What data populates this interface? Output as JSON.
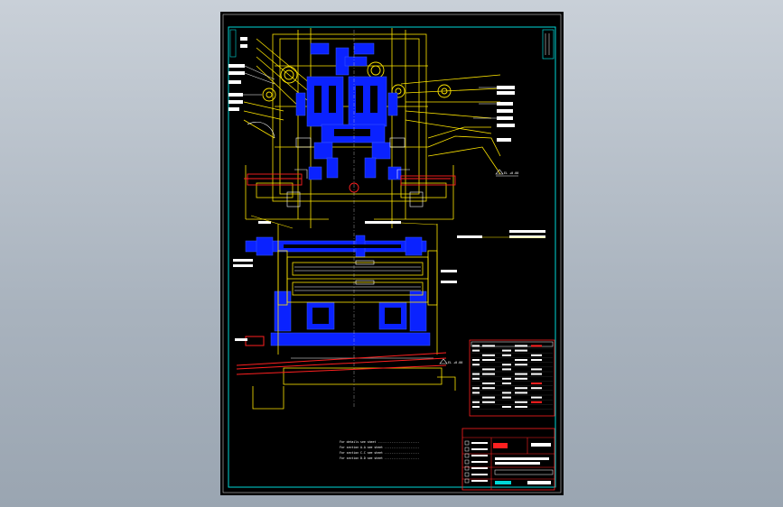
{
  "colors": {
    "background": "#000000",
    "frame": "#00d7d7",
    "main_parts": "#0a22ff",
    "outline": "#ffe600",
    "dimension": "#c8c8c8",
    "section": "#ff2020",
    "annotation": "#ffffff",
    "viewport": "#a9b3be"
  },
  "drawing": {
    "labels": {
      "level_top": "EL +0.00",
      "level_bottom": "EL +0.00"
    },
    "notes": [
      "For details see sheet ........................",
      "For section A-A see sheet ....................",
      "For section C-C see sheet ....................",
      "For section D-D see sheet ...................."
    ]
  }
}
